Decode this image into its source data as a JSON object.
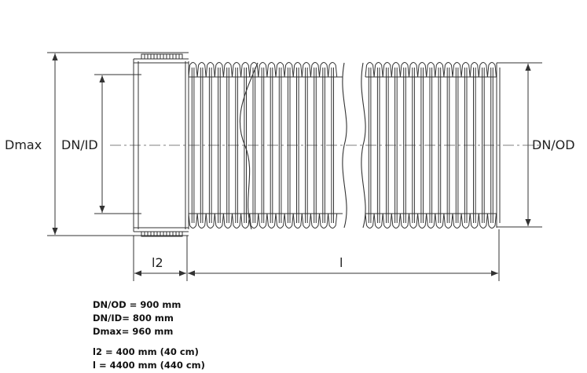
{
  "labels": {
    "dmax": "Dmax",
    "dn_id": "DN/ID",
    "dn_od": "DN/OD",
    "l2": "l2",
    "l": "l"
  },
  "specs": {
    "group1": [
      "DN/OD = 900 mm",
      "DN/ID= 800 mm",
      "Dmax= 960 mm"
    ],
    "group2": [
      "l2 = 400 mm (40 cm)",
      "l = 4400 mm (440 cm)"
    ]
  },
  "colors": {
    "line": "#333333",
    "background": "#ffffff"
  }
}
